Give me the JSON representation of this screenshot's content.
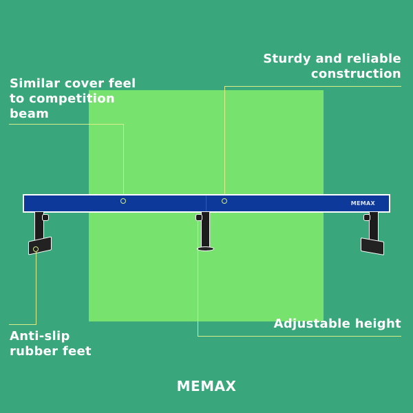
{
  "callouts": {
    "cover": "Similar cover feel to competition beam",
    "cover_lines": [
      "Similar cover feel",
      "to competition",
      "beam"
    ],
    "construction_lines": [
      "Sturdy and reliable",
      "construction"
    ],
    "feet_lines": [
      "Anti-slip",
      "rubber feet"
    ],
    "height": "Adjustable height"
  },
  "product": {
    "beam_brand": "MEMAX"
  },
  "footer": {
    "brand": "MEMAX"
  },
  "colors": {
    "background": "#39a67c",
    "panel": "#78e26f",
    "beam": "#0d3a9a",
    "callout_line": "#d7ee8a"
  }
}
